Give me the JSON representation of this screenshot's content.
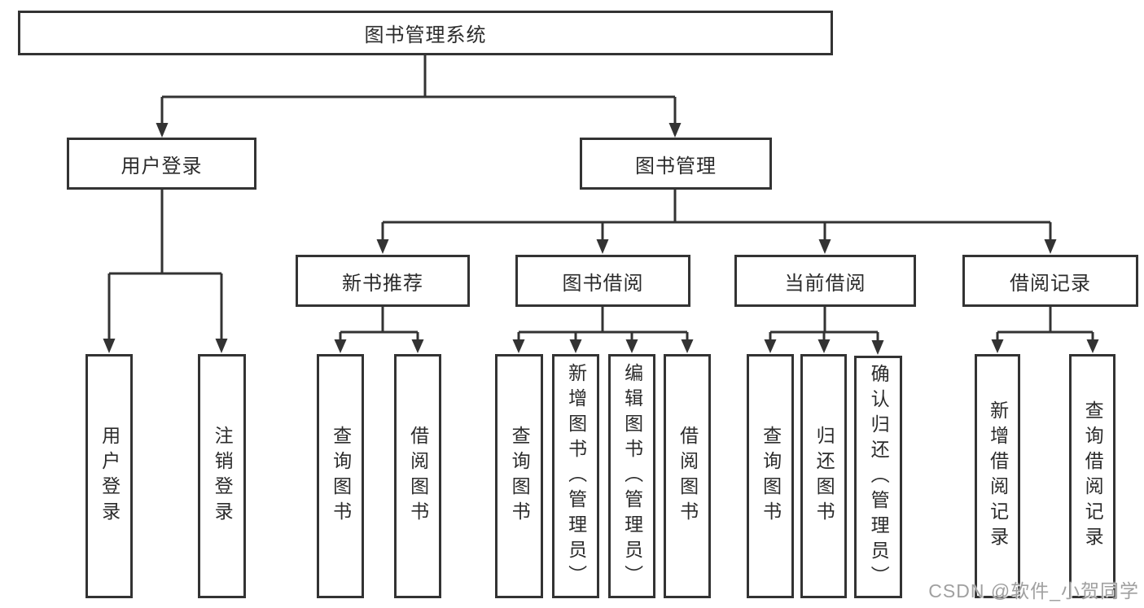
{
  "tree": {
    "label": "图书管理系统",
    "children": [
      {
        "label": "用户登录",
        "children": [
          {
            "label": "用户登录"
          },
          {
            "label": "注销登录"
          }
        ]
      },
      {
        "label": "图书管理",
        "children": [
          {
            "label": "新书推荐",
            "children": [
              {
                "label": "查询图书"
              },
              {
                "label": "借阅图书"
              }
            ]
          },
          {
            "label": "图书借阅",
            "children": [
              {
                "label": "查询图书"
              },
              {
                "label": "新增图书（管理员）"
              },
              {
                "label": "编辑图书（管理员）"
              },
              {
                "label": "借阅图书"
              }
            ]
          },
          {
            "label": "当前借阅",
            "children": [
              {
                "label": "查询图书"
              },
              {
                "label": "归还图书"
              },
              {
                "label": "确认归还（管理员）"
              }
            ]
          },
          {
            "label": "借阅记录",
            "children": [
              {
                "label": "新增借阅记录"
              },
              {
                "label": "查询借阅记录"
              }
            ]
          }
        ]
      }
    ]
  },
  "watermark": "CSDN @软件_小贺同学",
  "colors": {
    "line": "#333333",
    "text": "#2b2b2b",
    "watermark": "#a0a0a0",
    "background": "#ffffff"
  }
}
